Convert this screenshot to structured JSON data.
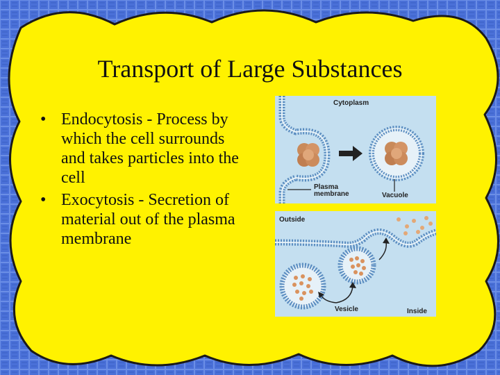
{
  "slide": {
    "title": "Transport of Large Substances",
    "bullets": [
      "Endocytosis - Process by which the cell surrounds and takes particles into the cell",
      "Exocytosis - Secretion of material out of the plasma membrane"
    ]
  },
  "figure_top": {
    "cytoplasm_label": "Cytoplasm",
    "plasma_label_line1": "Plasma",
    "plasma_label_line2": "membrane",
    "vacuole_label": "Vacuole"
  },
  "figure_bottom": {
    "outside_label": "Outside",
    "vesicle_label": "Vesicle",
    "inside_label": "Inside"
  },
  "colors": {
    "background_blue": "#4a70d8",
    "blob_yellow": "#fff200",
    "panel_blue": "#c4dff0",
    "membrane_blue": "#5a8cc0",
    "particle_orange": "#c98a5a"
  }
}
